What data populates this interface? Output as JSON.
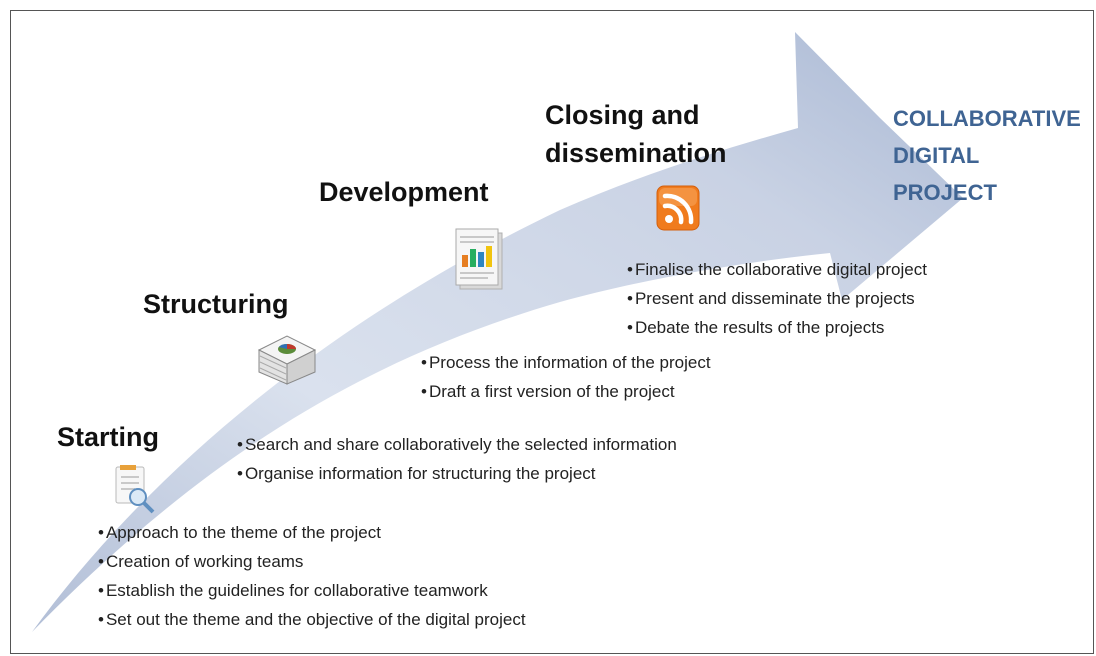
{
  "goal": [
    "COLLABORATIVE",
    "DIGITAL",
    "PROJECT"
  ],
  "stages": [
    {
      "title": "Starting",
      "icon": "document-search-icon",
      "bullets": [
        "Approach to the theme of the project",
        "Creation of  working teams",
        "Establish the guidelines for collaborative teamwork",
        "Set out the theme and the objective of the digital project"
      ]
    },
    {
      "title": "Structuring",
      "icon": "stacked-papers-chart-icon",
      "bullets": [
        "Search and share collaboratively the selected information",
        "Organise information for structuring the project"
      ]
    },
    {
      "title": "Development",
      "icon": "bar-chart-document-icon",
      "bullets": [
        "Process the information of the project",
        "Draft a first version of the project"
      ]
    },
    {
      "title": [
        "Closing and",
        "dissemination"
      ],
      "icon": "rss-feed-icon",
      "bullets": [
        "Finalise the collaborative digital project",
        "Present and disseminate the projects",
        "Debate the results of the projects"
      ]
    }
  ],
  "colors": {
    "arrow_light": "#eef1f7",
    "arrow_dark": "#b7c3da",
    "goal_text": "#3f6493",
    "rss_orange": "#f07b1d"
  }
}
